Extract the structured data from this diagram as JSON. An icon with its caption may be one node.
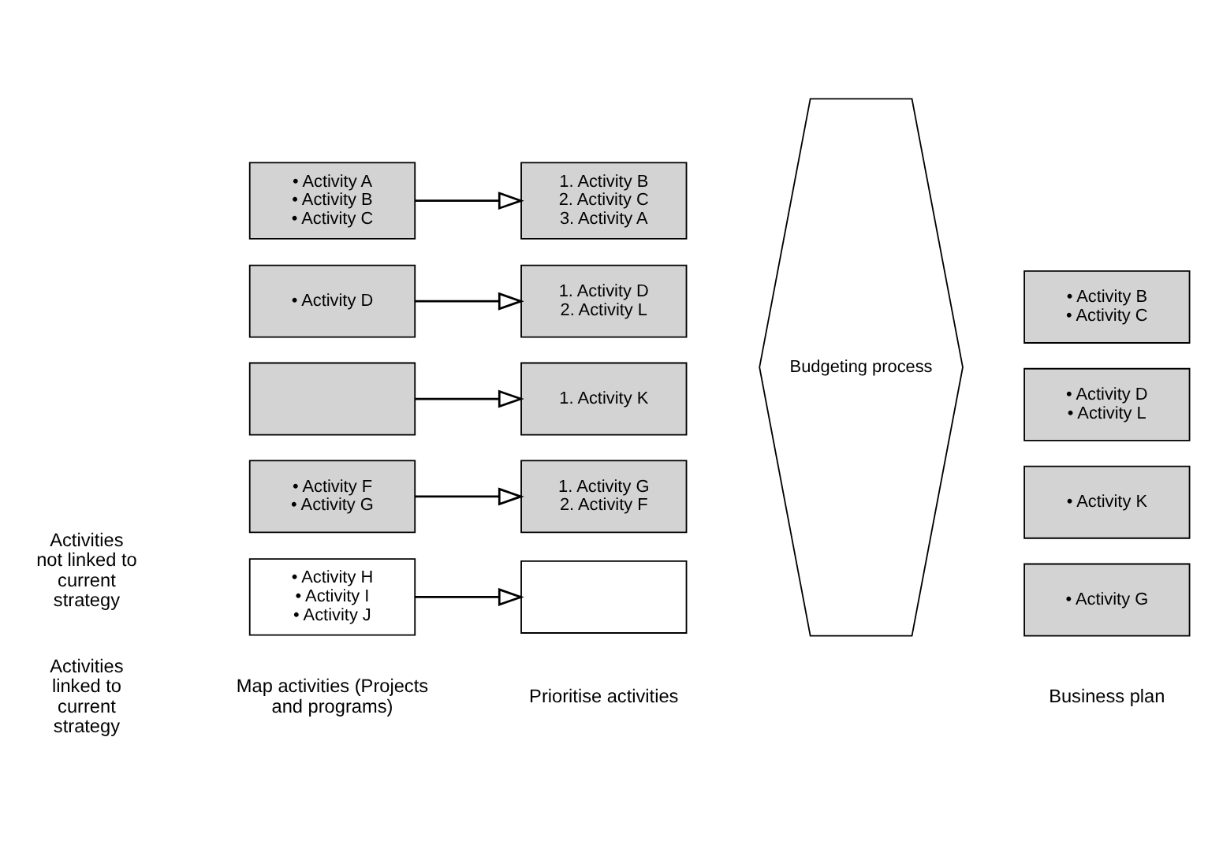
{
  "diagram": {
    "nodes": [
      {
        "text": [
          "• Activity A",
          "• Activity B",
          "• Activity C"
        ]
      },
      {
        "text": [
          "1. Activity B",
          "2. Activity C",
          "3. Activity A"
        ]
      },
      {
        "text": [
          "Budgeting process"
        ]
      },
      {
        "text": [
          "• Activity B",
          "• Activity C"
        ]
      },
      {
        "text": [
          "• Activity D"
        ]
      },
      {
        "text": [
          "1. Activity D",
          "2. Activity L"
        ]
      },
      {
        "text": [
          "• Activity D",
          "• Activity L"
        ]
      },
      {
        "text": [],
        "shape": "box"
      },
      {
        "text": [
          "1. Activity K"
        ]
      },
      {
        "text": [
          "• Activity K"
        ]
      },
      {
        "text": [
          "• Activity F",
          "• Activity G"
        ]
      },
      {
        "text": [
          "1. Activity G",
          "2. Activity F"
        ]
      },
      {
        "text": [
          "• Activity G"
        ]
      },
      {
        "text": [
          "• Activity H",
          "• Activity I",
          "• Activity J"
        ]
      },
      {
        "text": [],
        "shape": "box"
      }
    ],
    "edges": [
      {
        "from": 0,
        "to": 1,
        "arrow": "to"
      },
      {
        "from": 4,
        "to": 5,
        "arrow": "to"
      },
      {
        "from": 7,
        "to": 8,
        "arrow": "to"
      },
      {
        "from": 10,
        "to": 11,
        "arrow": "to"
      },
      {
        "from": 13,
        "to": 14,
        "arrow": "to"
      }
    ],
    "labels": [
      "Map activities (Projects and programs)",
      "Prioritise activities",
      "Business plan",
      "Activities linked to current strategy",
      "Activities not linked to current strategy"
    ]
  }
}
